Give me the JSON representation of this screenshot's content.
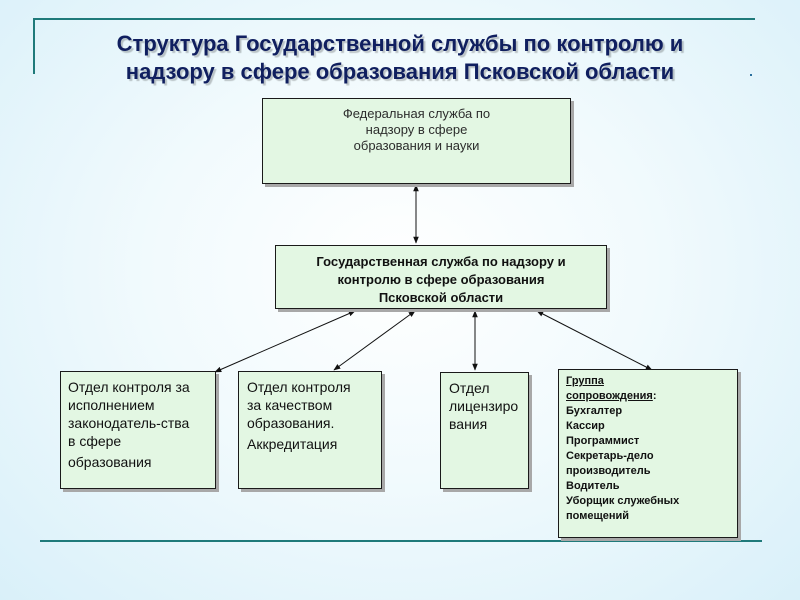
{
  "title": {
    "line1": "Структура Государственной службы по контролю и",
    "line2": "надзору в сфере образования Псковской области"
  },
  "federal_box": {
    "lines": [
      "Федеральная служба по",
      "надзору в сфере",
      "образования и науки"
    ]
  },
  "regional_box": {
    "lines": [
      "Государственная служба по надзору и",
      "контролю в сфере образования",
      "Псковской области"
    ]
  },
  "departments": {
    "control": {
      "lines": [
        "Отдел контроля за",
        "исполнением",
        "законодатель-ства",
        "в сфере"
      ],
      "last": "образования"
    },
    "quality": {
      "lines": [
        "Отдел контроля",
        "за качеством",
        "образования."
      ],
      "last": "Аккредитация"
    },
    "license": {
      "lines": [
        "Отдел",
        "лицензиро",
        "вания"
      ]
    },
    "support": {
      "heading_line1": "Группа",
      "heading_line2": "сопровождения",
      "heading_colon": ":",
      "items": [
        "Бухгалтер",
        "Кассир",
        "Программист",
        "Секретарь-дело",
        "производитель",
        "Водитель",
        "Уборщик служебных",
        "помещений"
      ]
    }
  }
}
